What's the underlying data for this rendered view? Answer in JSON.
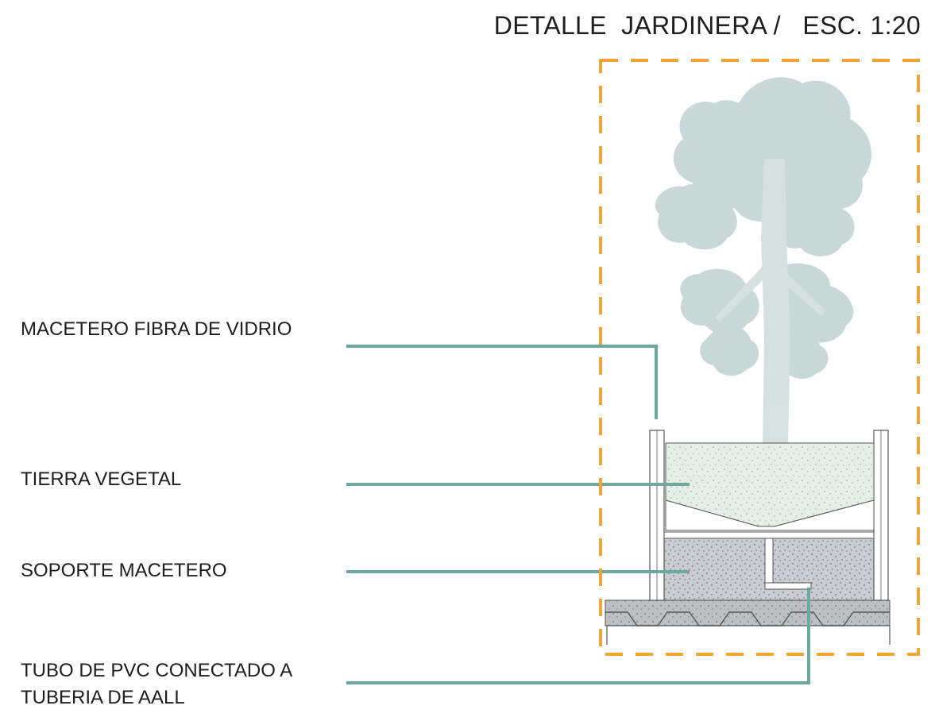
{
  "title": "DETALLE  JARDINERA /   ESC. 1:20",
  "labels": [
    {
      "lines": [
        "MACETERO FIBRA DE VIDRIO"
      ]
    },
    {
      "lines": [
        "TIERRA VEGETAL"
      ]
    },
    {
      "lines": [
        "SOPORTE MACETERO"
      ]
    },
    {
      "lines": [
        "TUBO DE PVC CONECTADO A",
        "TUBERIA DE AALL"
      ]
    }
  ],
  "colors": {
    "leader": "#6fa89f",
    "frame": "#f0a534",
    "tree": "#c3d4d2",
    "soil": "#e4ece6",
    "support": "#c4c8cc",
    "slab": "#b9bcbe",
    "outline": "#555555"
  }
}
